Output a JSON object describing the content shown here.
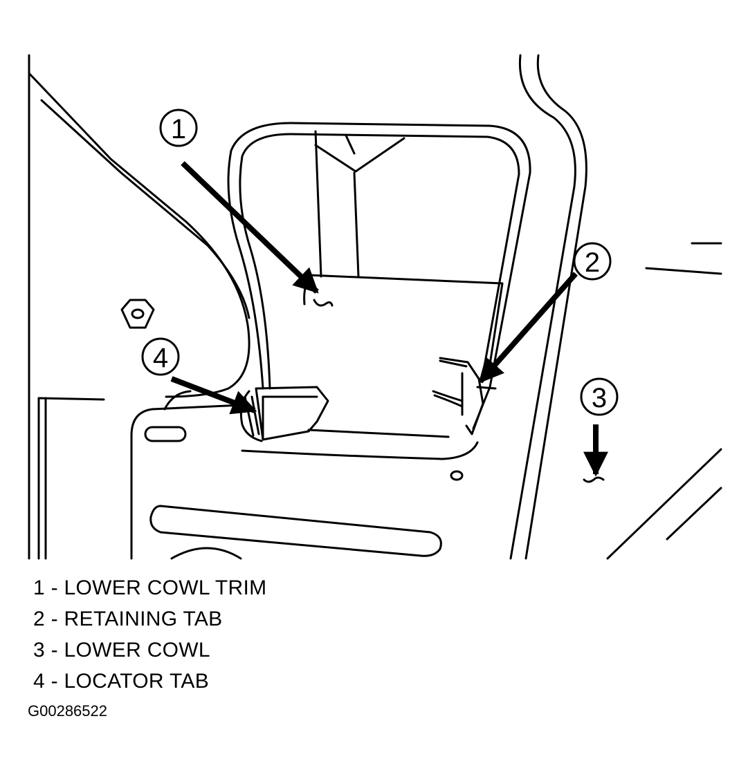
{
  "callouts": [
    {
      "num": "1"
    },
    {
      "num": "2"
    },
    {
      "num": "3"
    },
    {
      "num": "4"
    }
  ],
  "legend": [
    {
      "text": "1 - LOWER COWL TRIM"
    },
    {
      "text": "2 - RETAINING TAB"
    },
    {
      "text": "3 - LOWER COWL"
    },
    {
      "text": "4 - LOCATOR TAB"
    }
  ],
  "figure_id": "G00286522"
}
